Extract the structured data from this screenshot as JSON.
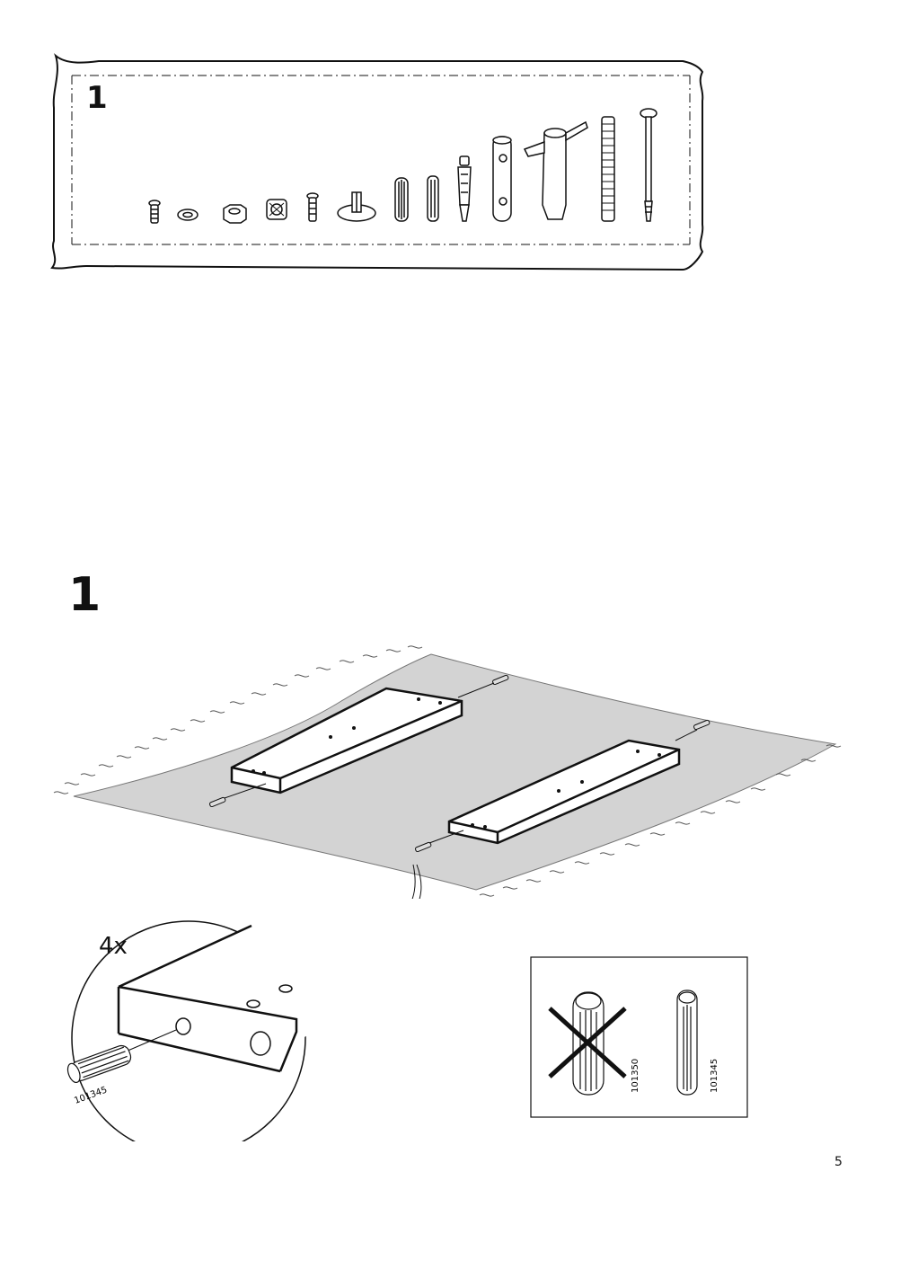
{
  "bag": {
    "number": "1"
  },
  "step": {
    "number": "1"
  },
  "detail": {
    "quantity": "4x",
    "part_number": "101345"
  },
  "comparison": {
    "wrong_part": "101350",
    "correct_part": "101345"
  },
  "page": {
    "number": "5"
  }
}
